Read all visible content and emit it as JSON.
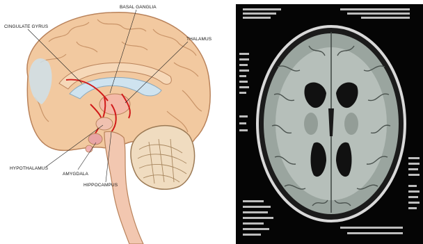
{
  "labels": {
    "cingulate_gyrus": "CINGULATE GYRUS",
    "basal_ganglia": "BASAL GANGLIA",
    "thalamus": "THALAMUS",
    "hypothalamus": "HYPOTHALAMUS",
    "amygdala": "AMYGDALA",
    "hippocampus": "HIPPOCAMPUS"
  },
  "colors": {
    "cortex": "#f2c9a0",
    "cortex_outline": "#b9825a",
    "cerebellum": "#f0dcc0",
    "tract": "#d11a1a",
    "ventricle": "#cfe3ef",
    "mri_background": "#050505"
  }
}
